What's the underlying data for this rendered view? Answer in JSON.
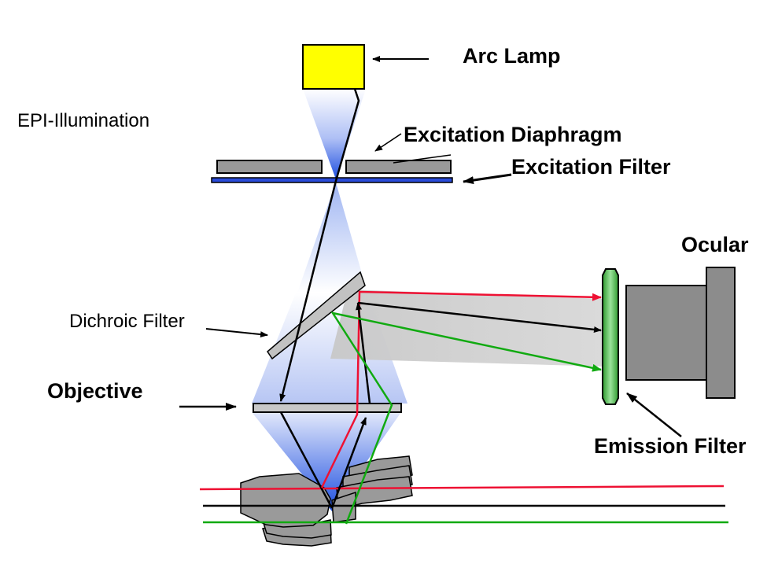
{
  "labels": {
    "arc_lamp": "Arc Lamp",
    "epi_illumination": "EPI-Illumination",
    "excitation_diaphragm": "Excitation Diaphragm",
    "excitation_filter": "Excitation Filter",
    "ocular": "Ocular",
    "dichroic_filter": "Dichroic Filter",
    "objective": "Objective",
    "emission_filter": "Emission Filter"
  },
  "colors": {
    "lamp": "#ffff00",
    "excitation_blue": "#2255ee",
    "emission_red": "#ee1133",
    "emission_green": "#11aa11",
    "reflected_black": "#000000",
    "component_gray": "#999999",
    "emission_filter_green": "#66cc66"
  }
}
